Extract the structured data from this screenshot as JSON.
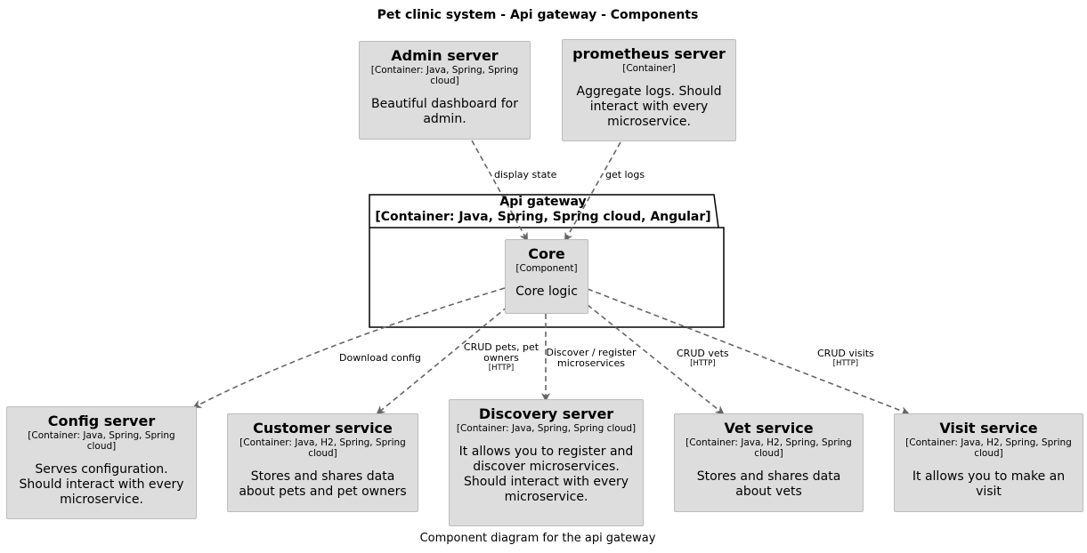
{
  "title": "Pet clinic system - Api gateway - Components",
  "caption": "Component diagram for the api gateway",
  "boundary": {
    "name": "Api gateway",
    "tech": "[Container: Java, Spring, Spring cloud, Angular]"
  },
  "nodes": {
    "admin": {
      "name": "Admin server",
      "tech": "[Container: Java, Spring, Spring cloud]",
      "desc": "Beautiful dashboard for admin."
    },
    "prometheus": {
      "name": "prometheus server",
      "tech": "[Container]",
      "desc": "Aggregate logs. Should interact with every microservice."
    },
    "core": {
      "name": "Core",
      "tech": "[Component]",
      "desc": "Core logic"
    },
    "config": {
      "name": "Config server",
      "tech": "[Container: Java, Spring, Spring cloud]",
      "desc": "Serves configuration. Should interact with every microservice."
    },
    "customer": {
      "name": "Customer service",
      "tech": "[Container: Java, H2, Spring, Spring cloud]",
      "desc": "Stores and shares data about pets and pet owners"
    },
    "discovery": {
      "name": "Discovery server",
      "tech": "[Container: Java, Spring, Spring cloud]",
      "desc": "It allows you to register and discover microservices. Should interact with every microservice."
    },
    "vet": {
      "name": "Vet service",
      "tech": "[Container: Java, H2, Spring, Spring cloud]",
      "desc": "Stores and shares data about vets"
    },
    "visit": {
      "name": "Visit service",
      "tech": "[Container: Java, H2, Spring, Spring cloud]",
      "desc": "It allows you to make an visit"
    }
  },
  "edges": {
    "admin_core": {
      "label": "display state"
    },
    "prom_core": {
      "label": "get logs"
    },
    "core_config": {
      "label": "Download config"
    },
    "core_customer": {
      "label": "CRUD pets, pet owners",
      "tech": "[HTTP]"
    },
    "core_discovery": {
      "label": "Discover / register microservices"
    },
    "core_vet": {
      "label": "CRUD vets",
      "tech": "[HTTP]"
    },
    "core_visit": {
      "label": "CRUD visits",
      "tech": "[HTTP]"
    }
  },
  "colors": {
    "box_fill": "#dddddd",
    "box_border": "#bcbcbc",
    "edge": "#666666",
    "boundary": "#000000"
  }
}
